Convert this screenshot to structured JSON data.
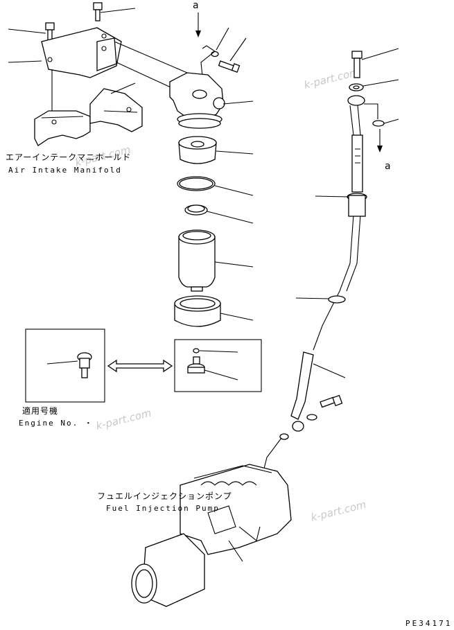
{
  "labels": {
    "arrow_a_top": "a",
    "arrow_a_right": "a",
    "air_intake_jp": "エアーインテークマニホールド",
    "air_intake_en": "Air Intake Manifold",
    "engine_no_jp": "適用号機",
    "engine_no_en": "Engine No.  ・",
    "fuel_pump_jp": "フュエルインジェクションポンプ",
    "fuel_pump_en": "Fuel Injection Pump",
    "diagram_code": "PE34171"
  },
  "watermarks": [
    "k-part.com",
    "k-part.com",
    "k-part.com",
    "k-part.com"
  ]
}
